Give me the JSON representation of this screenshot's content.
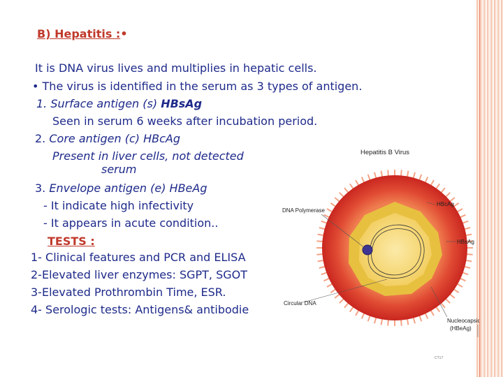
{
  "slide": {
    "heading": "B) Hepatitis :",
    "heading_bullet": "•",
    "lines": {
      "l1": "It is DNA virus lives and multiplies in hepatic cells.",
      "l2": "• The virus is identified in the serum as 3 types of antigen.",
      "l3_text": "1. Surface antigen (s) ",
      "l3_bold": "HBsAg",
      "l4": "Seen in serum 6 weeks after incubation period.",
      "l5_num": "2. ",
      "l5_text": "Core antigen (c)   HBcAg",
      "l6": "Present in liver cells, not detected",
      "l7": "serum",
      "l8_num": "3.  ",
      "l8_text": "Envelope antigen (e) HBeAg",
      "l9": "- It indicate high infectivity",
      "l10": "- It appears in acute condition..",
      "tests": "TESTS :",
      "t1": "1- Clinical features and PCR and ELISA",
      "t2": "2-Elevated liver enzymes: SGPT, SGOT",
      "t3": "3-Elevated Prothrombin Time, ESR.",
      "t4": "4- Serologic tests: Antigens& antibodie"
    }
  },
  "diagram": {
    "title": "Hepatitis B Virus",
    "labels": {
      "hbcag": "HBcAg",
      "dna_polymerase": "DNA Polymerase",
      "hbsag": "HBsAg",
      "circular_dna": "Circular DNA",
      "nucleocapsid": "Nucleocapsid",
      "hbeag": "(HBeAg)"
    },
    "credit": "CT17",
    "colors": {
      "outer_shell": "#d9342b",
      "glow": "#ef7d4f",
      "capsid": "#e7c040",
      "core": "#f7dc7e",
      "polymerase": "#3d3590"
    }
  }
}
